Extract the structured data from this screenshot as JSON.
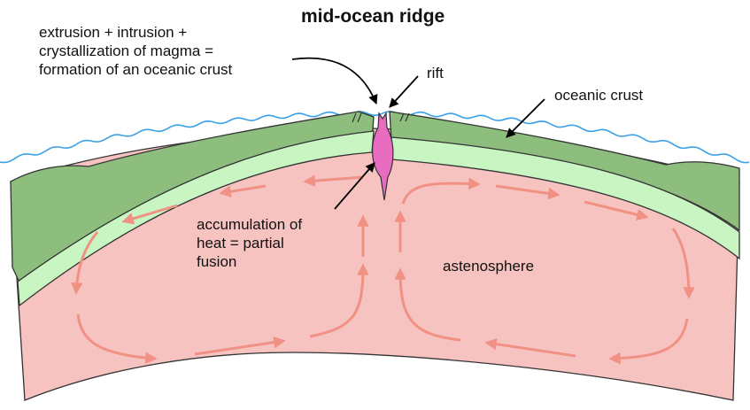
{
  "title": "mid-ocean ridge",
  "labels": {
    "extrusion": "extrusion + intrusion +\ncrystallization of magma =\nformation of an oceanic crust",
    "rift": "rift",
    "oceanic_crust": "oceanic crust",
    "accumulation": "accumulation of\nheat = partial\nfusion",
    "astenosphere": "astenosphere"
  },
  "colors": {
    "ocean_line": "#3aa0e8",
    "crust_dark": "#8dbe7e",
    "crust_light": "#c9f5c2",
    "astenosphere": "#f7c3c0",
    "arrow": "#f19184",
    "magma": "#e86cc0"
  }
}
